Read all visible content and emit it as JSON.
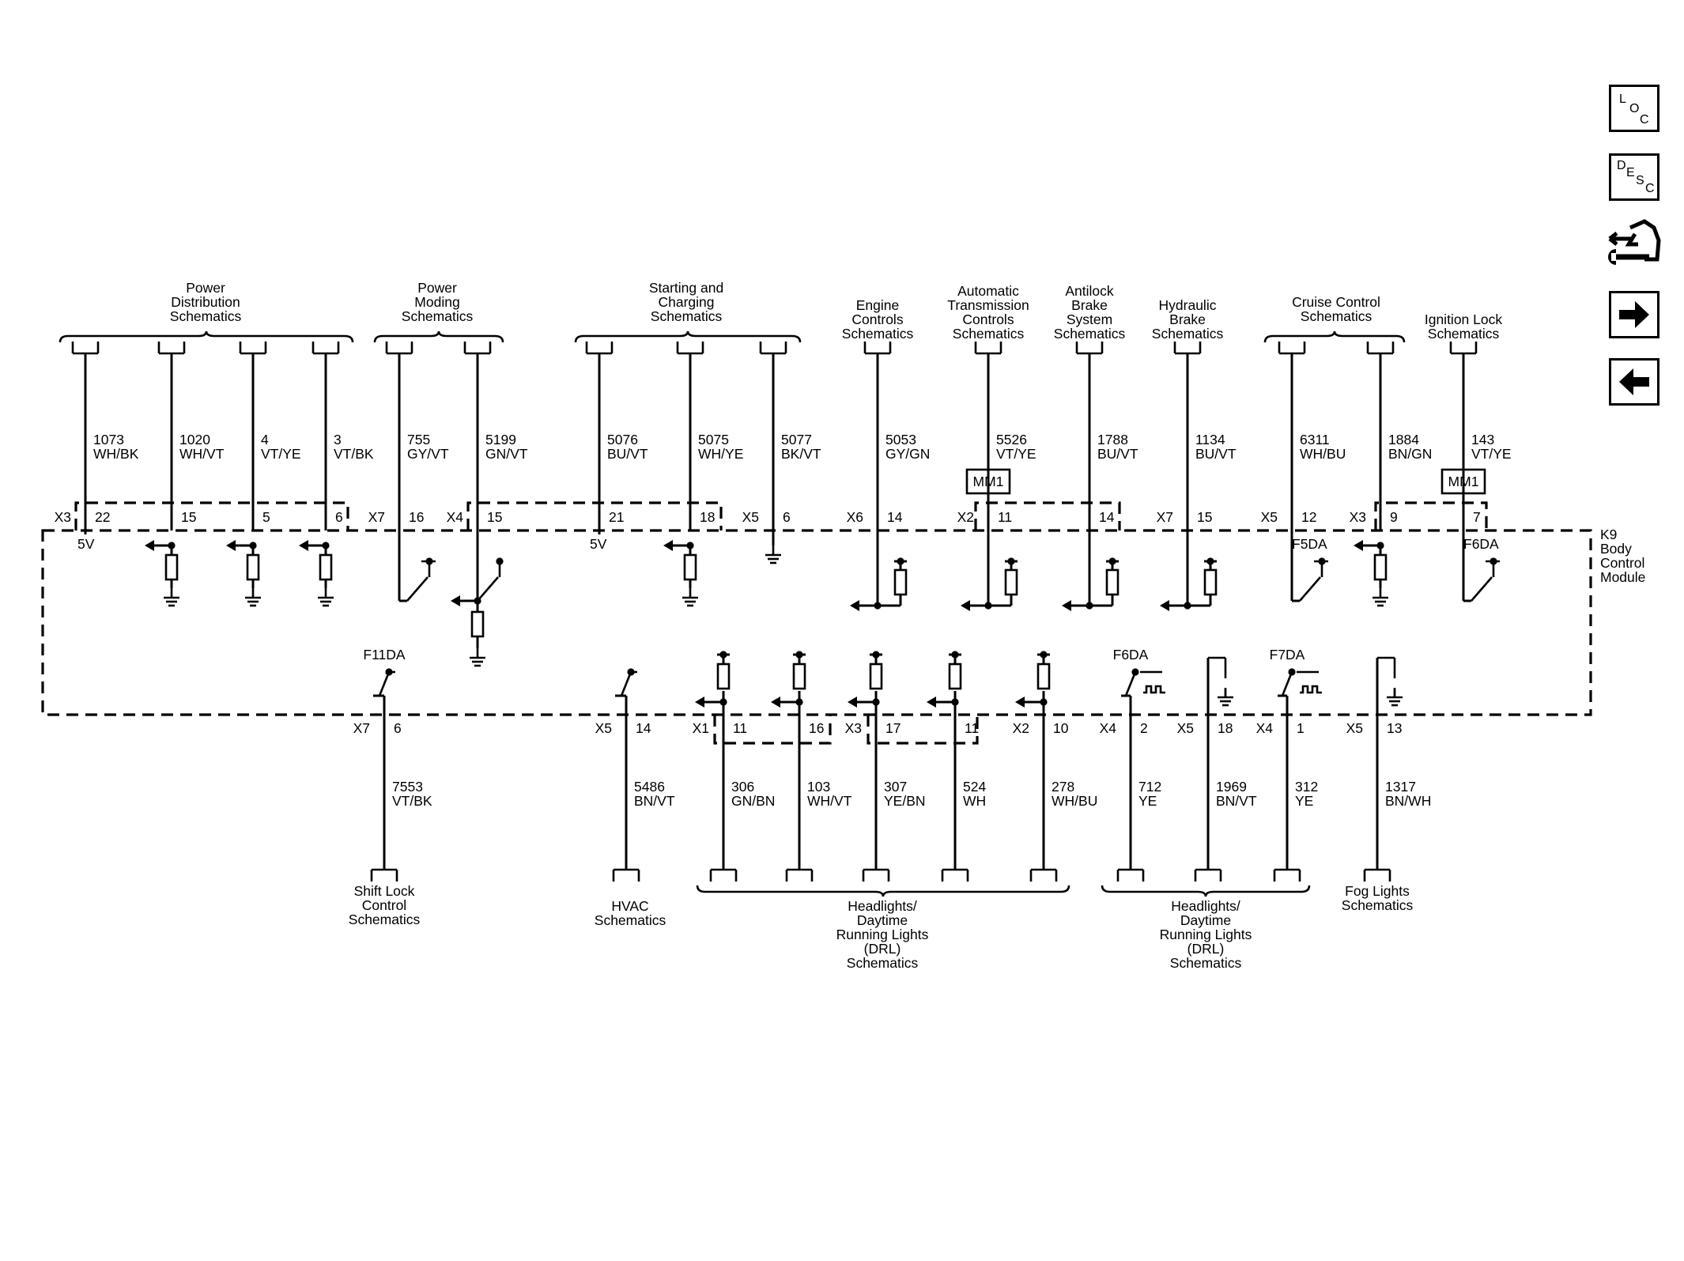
{
  "nav": {
    "loc_letters": [
      "L",
      "O",
      "C"
    ],
    "desc_letters": [
      "D",
      "E",
      "S",
      "C"
    ],
    "icons": [
      "connector-wrench-icon",
      "arrow-right-icon",
      "arrow-left-icon"
    ]
  },
  "module": {
    "lines": [
      "K9",
      "Body",
      "Control",
      "Module"
    ]
  },
  "top_destinations": [
    {
      "lines": [
        "Power",
        "Distribution",
        "Schematics"
      ]
    },
    {
      "lines": [
        "Power",
        "Moding",
        "Schematics"
      ]
    },
    {
      "lines": [
        "Starting and",
        "Charging",
        "Schematics"
      ]
    },
    {
      "lines": [
        "Engine",
        "Controls",
        "Schematics"
      ]
    },
    {
      "lines": [
        "Automatic",
        "Transmission",
        "Controls",
        "Schematics"
      ]
    },
    {
      "lines": [
        "Antilock",
        "Brake",
        "System",
        "Schematics"
      ]
    },
    {
      "lines": [
        "Hydraulic",
        "Brake",
        "Schematics"
      ]
    },
    {
      "lines": [
        "Cruise Control",
        "Schematics"
      ]
    },
    {
      "lines": [
        "Ignition Lock",
        "Schematics"
      ]
    }
  ],
  "bottom_destinations": [
    {
      "lines": [
        "Shift Lock",
        "Control",
        "Schematics"
      ]
    },
    {
      "lines": [
        "HVAC",
        "Schematics"
      ]
    },
    {
      "lines": [
        "Headlights/",
        "Daytime",
        "Running Lights",
        "(DRL)",
        "Schematics"
      ]
    },
    {
      "lines": [
        "Headlights/",
        "Daytime",
        "Running Lights",
        "(DRL)",
        "Schematics"
      ]
    },
    {
      "lines": [
        "Fog Lights",
        "Schematics"
      ]
    }
  ],
  "top_wires": [
    {
      "circuit": "1073",
      "color": "WH/BK",
      "connector": "X3",
      "pin": "22",
      "internal": "5V"
    },
    {
      "circuit": "1020",
      "color": "WH/VT",
      "connector": "",
      "pin": "15",
      "internal": ""
    },
    {
      "circuit": "4",
      "color": "VT/YE",
      "connector": "",
      "pin": "5",
      "internal": ""
    },
    {
      "circuit": "3",
      "color": "VT/BK",
      "connector": "",
      "pin": "6",
      "internal": ""
    },
    {
      "circuit": "755",
      "color": "GY/VT",
      "connector": "X7",
      "pin": "16",
      "internal": ""
    },
    {
      "circuit": "5199",
      "color": "GN/VT",
      "connector": "X4",
      "pin": "15",
      "internal": ""
    },
    {
      "circuit": "5076",
      "color": "BU/VT",
      "connector": "",
      "pin": "21",
      "internal": "5V"
    },
    {
      "circuit": "5075",
      "color": "WH/YE",
      "connector": "",
      "pin": "18",
      "internal": ""
    },
    {
      "circuit": "5077",
      "color": "BK/VT",
      "connector": "X5",
      "pin": "6",
      "internal": ""
    },
    {
      "circuit": "5053",
      "color": "GY/GN",
      "connector": "X6",
      "pin": "14",
      "internal": ""
    },
    {
      "circuit": "5526",
      "color": "VT/YE",
      "connector": "X2",
      "pin": "11",
      "internal": "",
      "tag": "MM1"
    },
    {
      "circuit": "1788",
      "color": "BU/VT",
      "connector": "",
      "pin": "14",
      "internal": ""
    },
    {
      "circuit": "1134",
      "color": "BU/VT",
      "connector": "X7",
      "pin": "15",
      "internal": ""
    },
    {
      "circuit": "6311",
      "color": "WH/BU",
      "connector": "X5",
      "pin": "12",
      "internal": "F5DA"
    },
    {
      "circuit": "1884",
      "color": "BN/GN",
      "connector": "X3",
      "pin": "9",
      "internal": ""
    },
    {
      "circuit": "143",
      "color": "VT/YE",
      "connector": "",
      "pin": "7",
      "internal": "F6DA",
      "tag": "MM1"
    }
  ],
  "bottom_wires": [
    {
      "circuit": "7553",
      "color": "VT/BK",
      "connector": "X7",
      "pin": "6",
      "internal": "F11DA"
    },
    {
      "circuit": "5486",
      "color": "BN/VT",
      "connector": "X5",
      "pin": "14",
      "internal": ""
    },
    {
      "circuit": "306",
      "color": "GN/BN",
      "connector": "X1",
      "pin": "11",
      "internal": ""
    },
    {
      "circuit": "103",
      "color": "WH/VT",
      "connector": "",
      "pin": "16",
      "internal": ""
    },
    {
      "circuit": "307",
      "color": "YE/BN",
      "connector": "X3",
      "pin": "17",
      "internal": ""
    },
    {
      "circuit": "524",
      "color": "WH",
      "connector": "",
      "pin": "11",
      "internal": ""
    },
    {
      "circuit": "278",
      "color": "WH/BU",
      "connector": "X2",
      "pin": "10",
      "internal": ""
    },
    {
      "circuit": "712",
      "color": "YE",
      "connector": "X4",
      "pin": "2",
      "internal": "F6DA"
    },
    {
      "circuit": "1969",
      "color": "BN/VT",
      "connector": "X5",
      "pin": "18",
      "internal": ""
    },
    {
      "circuit": "312",
      "color": "YE",
      "connector": "X4",
      "pin": "1",
      "internal": "F7DA"
    },
    {
      "circuit": "1317",
      "color": "BN/WH",
      "connector": "X5",
      "pin": "13",
      "internal": ""
    }
  ]
}
